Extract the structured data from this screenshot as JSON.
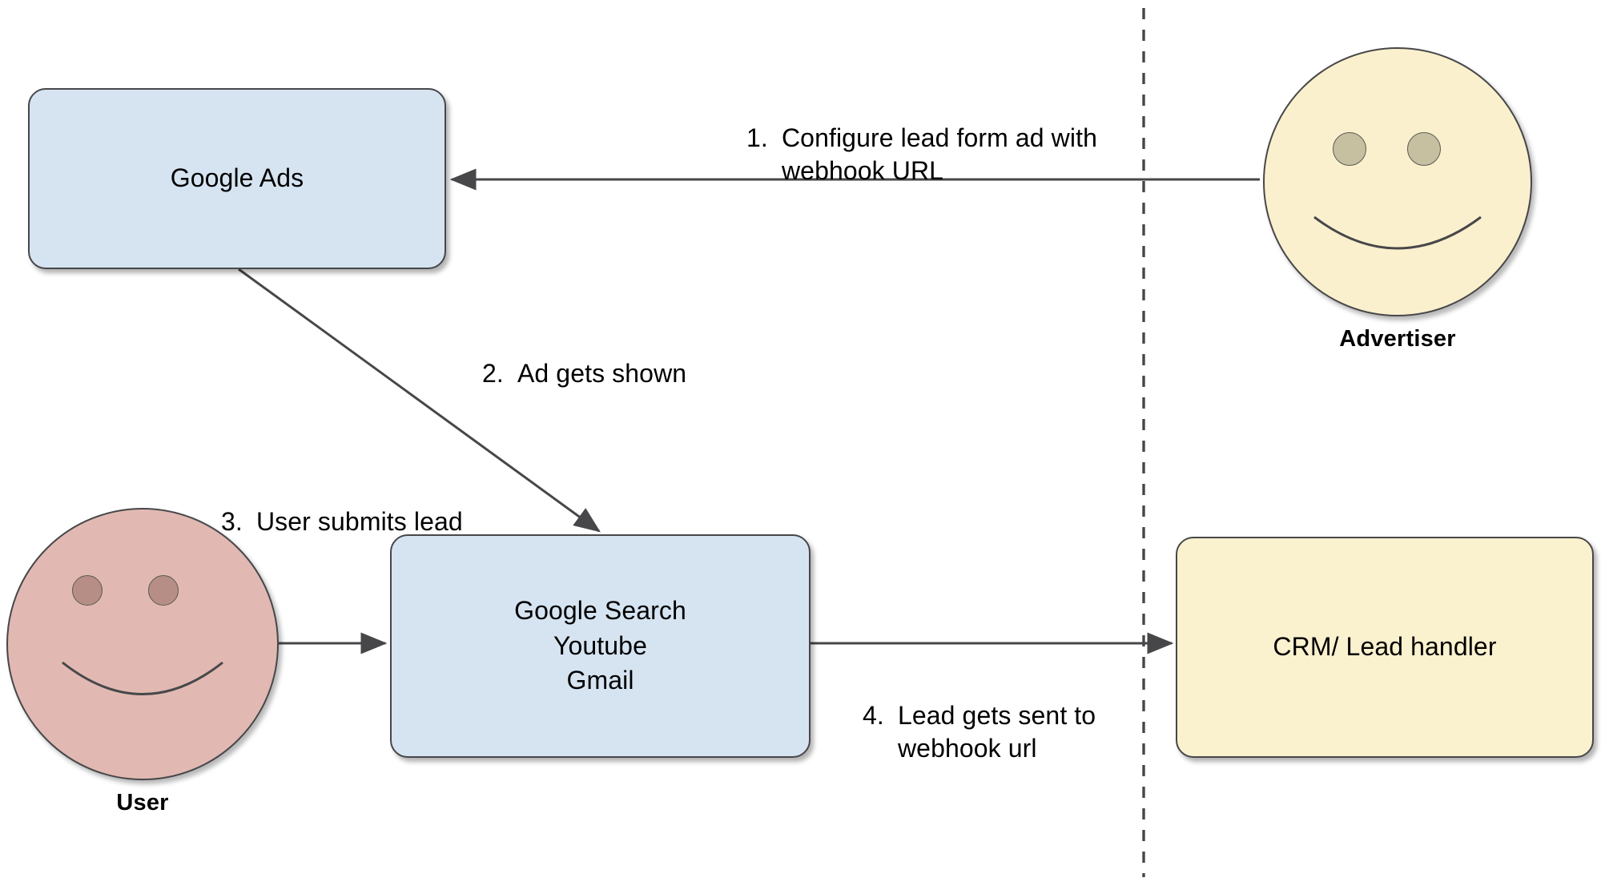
{
  "diagram": {
    "title": "Google Ads lead form webhook flow",
    "colors": {
      "box_blue": "#d6e4f2",
      "box_cream": "#faf1ce",
      "face_cream": "#fbf0cd",
      "face_rose": "#e1b9b2",
      "eye_cream": "#c6c0a1",
      "eye_rose": "#b78e85",
      "stroke": "#47474a",
      "background": "#ffffff"
    },
    "nodes": {
      "google_ads": {
        "label": "Google Ads"
      },
      "services": {
        "label": "Google Search\nYoutube\nGmail"
      },
      "crm": {
        "label": "CRM/ Lead handler"
      },
      "advertiser": {
        "name": "Advertiser"
      },
      "user": {
        "name": "User"
      }
    },
    "steps": [
      {
        "number": "1.",
        "text": "Configure lead form ad with\nwebhook URL",
        "from": "advertiser",
        "to": "google_ads"
      },
      {
        "number": "2.",
        "text": "Ad gets shown",
        "from": "google_ads",
        "to": "services"
      },
      {
        "number": "3.",
        "text": "User submits lead",
        "from": "user",
        "to": "services"
      },
      {
        "number": "4.",
        "text": "Lead gets sent to\nwebhook url",
        "from": "services",
        "to": "crm"
      }
    ],
    "divider": {
      "name": "boundary-divider",
      "style": "dashed-vertical"
    }
  }
}
